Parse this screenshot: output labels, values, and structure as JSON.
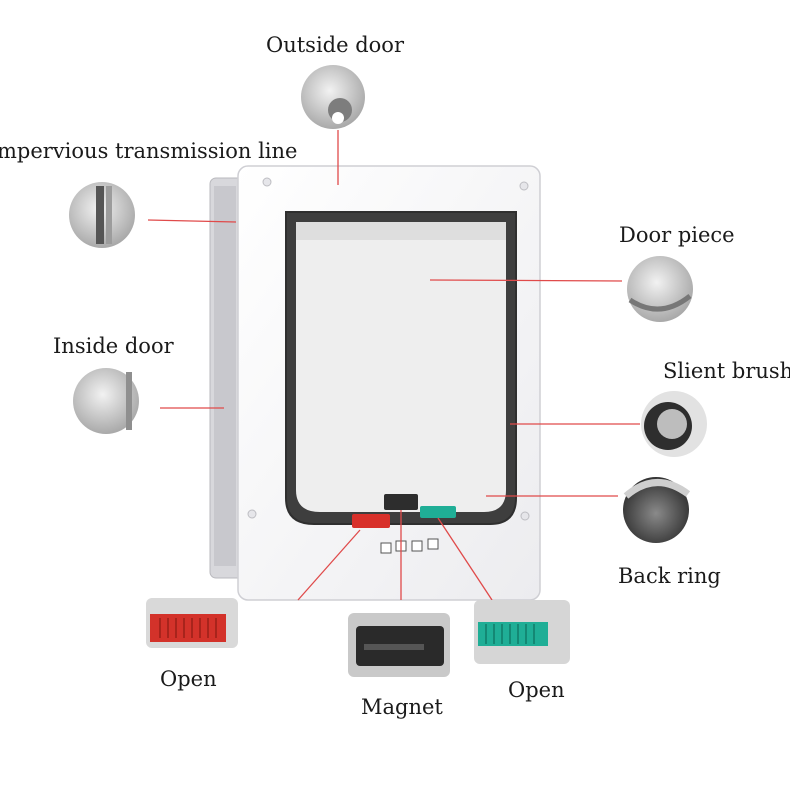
{
  "labels": {
    "outside_door": "Outside door",
    "transmission_line": "mpervious transmission line",
    "door_piece": "Door piece",
    "inside_door": "Inside door",
    "silent_brush": "Slient brush",
    "back_ring": "Back ring",
    "open_left": "Open",
    "magnet": "Magnet",
    "open_right": "Open"
  },
  "colors": {
    "leader": "#e04a4a",
    "frame": "#f4f4f6",
    "brush": "#5a5a5a",
    "lock_red": "#d8302a",
    "lock_teal": "#1fae96"
  }
}
